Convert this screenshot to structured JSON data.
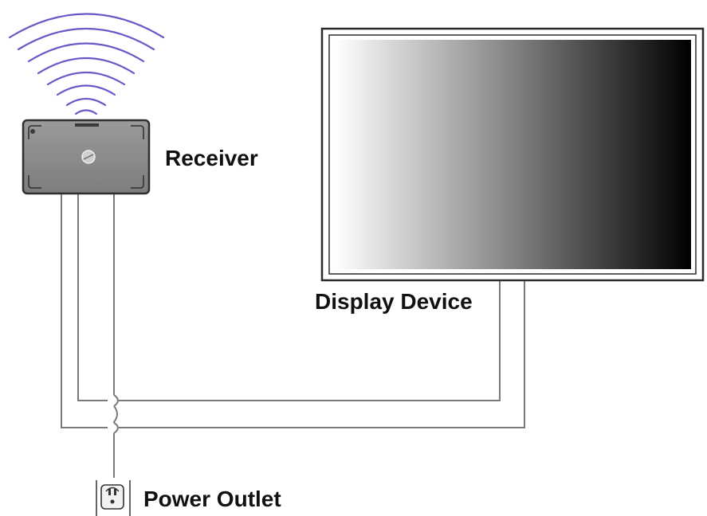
{
  "labels": {
    "receiver": "Receiver",
    "display": "Display Device",
    "outlet": "Power Outlet"
  },
  "colors": {
    "signal_waves": "#6b57c7",
    "wire": "#7a7a7a",
    "receiver_body": "#8a8a8a",
    "receiver_border": "#2f2f2f",
    "screen_gradient_start": "#ffffff",
    "screen_gradient_end": "#000000",
    "frame": "#2b2b2b"
  },
  "icons": {
    "receiver_logo": "receiver-logo-icon",
    "signal": "wireless-signal-icon",
    "outlet": "power-outlet-icon"
  }
}
